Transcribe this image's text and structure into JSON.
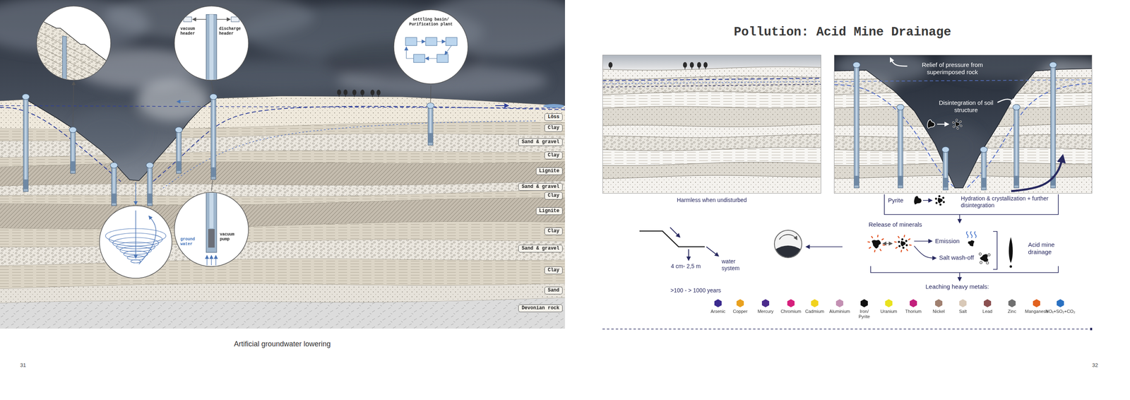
{
  "diagram": {
    "title": "Pollution: Acid Mine Drainage",
    "caption": "Artificial groundwater lowering",
    "nodes": [
      {
        "text": [
          "vacuum header",
          "discharge header"
        ]
      },
      {
        "text": [
          "settling basin/ Purification plant"
        ]
      },
      {
        "text": [
          "vacuum pump",
          "ground water"
        ]
      },
      {
        "text": [
          "Löss"
        ]
      },
      {
        "text": [
          "Clay"
        ]
      },
      {
        "text": [
          "Sand & gravel"
        ]
      },
      {
        "text": [
          "Clay"
        ]
      },
      {
        "text": [
          "Lignite"
        ]
      },
      {
        "text": [
          "Sand & gravel"
        ]
      },
      {
        "text": [
          "Clay"
        ]
      },
      {
        "text": [
          "Lignite"
        ]
      },
      {
        "text": [
          "Clay"
        ]
      },
      {
        "text": [
          "Sand & gravel"
        ]
      },
      {
        "text": [
          "Clay"
        ]
      },
      {
        "text": [
          "Sand"
        ]
      },
      {
        "text": [
          "Devonian rock"
        ]
      },
      {
        "text": [
          "Harmless when undisturbed"
        ]
      },
      {
        "text": [
          "Relief of pressure from superimposed rock",
          "Disintegration of soil structure"
        ]
      }
    ],
    "labels": [
      "31",
      "32",
      "Pyrite",
      "Hydration & crystallization + further disintegration",
      "Release of minerals",
      "Emission",
      "Salt wash-off",
      "Acid mine drainage",
      "4 cm- 2,5 m",
      "water system",
      ">100 - > 1000 years",
      "Leaching heavy metals:"
    ],
    "legend": [
      {
        "text": "Arsenic",
        "color": "#3b2a8e"
      },
      {
        "text": "Copper",
        "color": "#e9a11f"
      },
      {
        "text": "Mercury",
        "color": "#4b2b8c"
      },
      {
        "text": "Chromium",
        "color": "#d6207c"
      },
      {
        "text": "Cadmium",
        "color": "#f1d21e"
      },
      {
        "text": "Aluminium",
        "color": "#c390b3"
      },
      {
        "text": "Iron/ Pyrite",
        "color": "#111111"
      },
      {
        "text": "Uranium",
        "color": "#e9e21e"
      },
      {
        "text": "Thorium",
        "color": "#c2207c"
      },
      {
        "text": "Nickel",
        "color": "#a08070"
      },
      {
        "text": "Salt",
        "color": "#d9c9b8"
      },
      {
        "text": "Lead",
        "color": "#8b5050"
      },
      {
        "text": "Zinc",
        "color": "#707070"
      },
      {
        "text": "Manganese",
        "color": "#e2621f"
      },
      {
        "text": "NOₓ+SO₂+CO₂",
        "color": "#2a71c2"
      }
    ]
  }
}
